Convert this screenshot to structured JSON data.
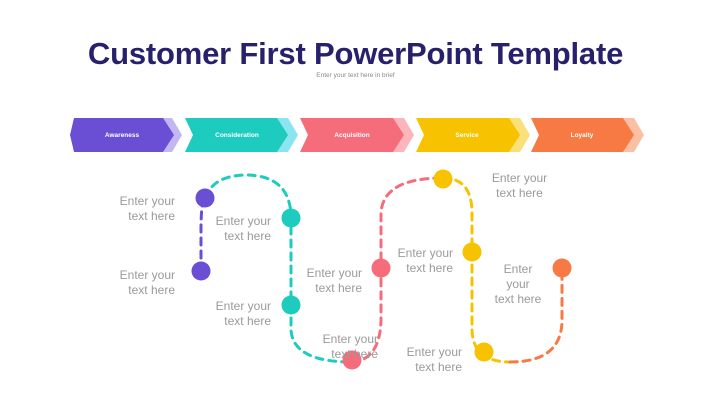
{
  "title": "Customer First PowerPoint Template",
  "subtitle": "Enter your text here in brief",
  "colors": {
    "title": "#27216b",
    "awareness": "#6a4fd4",
    "consideration": "#1ecbbf",
    "acquisition": "#f56d7a",
    "service": "#f7c300",
    "loyalty": "#f77a45",
    "label_text": "#9a9a9a"
  },
  "stages": [
    {
      "label": "Awareness"
    },
    {
      "label": "Consideration"
    },
    {
      "label": "Acquisition"
    },
    {
      "label": "Service"
    },
    {
      "label": "Loyalty"
    }
  ],
  "labels": [
    {
      "line1": "Enter your",
      "line2": "text here"
    },
    {
      "line1": "Enter your",
      "line2": "text here"
    },
    {
      "line1": "Enter your",
      "line2": "text here"
    },
    {
      "line1": "Enter your",
      "line2": "text here"
    },
    {
      "line1": "Enter your",
      "line2": "text here"
    },
    {
      "line1": "Enter your",
      "line2": "text here"
    },
    {
      "line1": "Enter your",
      "line2": "text here"
    },
    {
      "line1": "Enter your",
      "line2": "text here"
    },
    {
      "line1": "Enter your",
      "line2": "text here"
    },
    {
      "line1": "Enter",
      "line2": "your",
      "line3": "text here"
    }
  ]
}
